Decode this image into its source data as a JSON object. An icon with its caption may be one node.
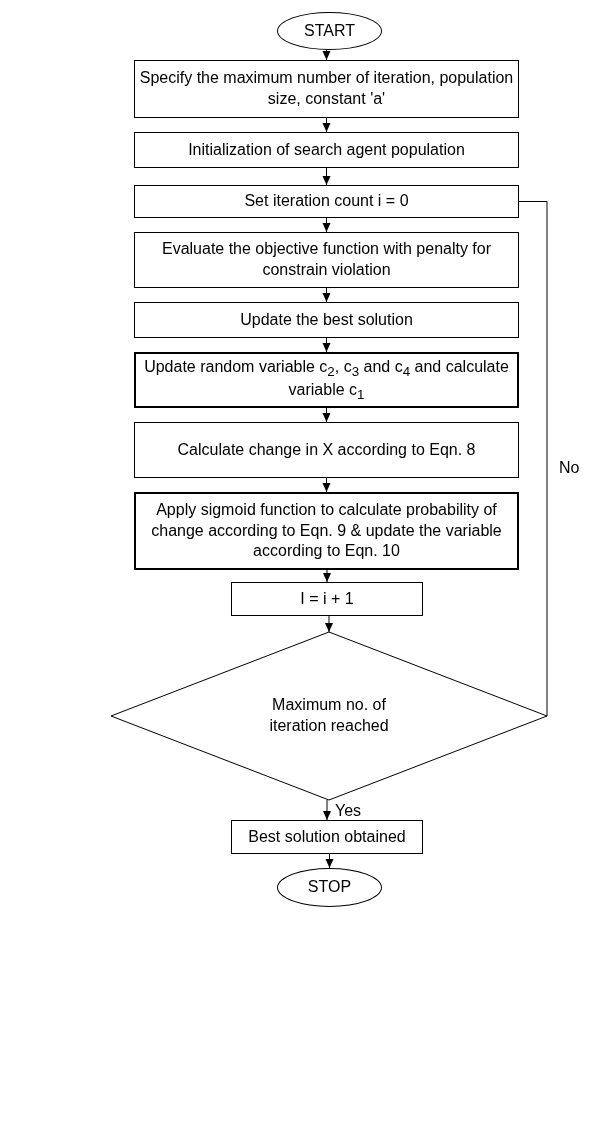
{
  "diagram": {
    "nodes": [
      {
        "text": [
          "START"
        ]
      },
      {
        "text": [
          "Specify the maximum number of iteration, population size, constant 'a'"
        ]
      },
      {
        "text": [
          "Initialization of search agent population"
        ]
      },
      {
        "text": [
          "Set iteration count i = 0"
        ]
      },
      {
        "text": [
          "Evaluate the objective function with penalty for constrain violation"
        ]
      },
      {
        "text": [
          "Update the best solution"
        ]
      },
      {
        "text": [
          "Update random variable c$_{2}$, c$_{3}$ and c$_{4}$ and calculate variable c$_{1}$"
        ]
      },
      {
        "text": [
          "Calculate change in X according to Eqn. 8"
        ]
      },
      {
        "text": [
          "Apply sigmoid function to calculate probability of change according to Eqn. 9 & update the variable according to Eqn. 10"
        ]
      },
      {
        "text": [
          "I = i + 1"
        ]
      },
      {
        "text": [
          "Maximum no. of iteration reached"
        ]
      },
      {
        "text": [
          "Best solution obtained"
        ]
      },
      {
        "text": [
          "STOP"
        ]
      }
    ],
    "edges": [
      {
        "from": 0,
        "to": 1,
        "arrow": "to"
      },
      {
        "from": 1,
        "to": 2,
        "arrow": "to"
      },
      {
        "from": 2,
        "to": 3,
        "arrow": "to"
      },
      {
        "from": 3,
        "to": 4,
        "arrow": "to"
      },
      {
        "from": 4,
        "to": 5,
        "arrow": "to"
      },
      {
        "from": 5,
        "to": 6,
        "arrow": "to"
      },
      {
        "from": 6,
        "to": 7,
        "arrow": "to"
      },
      {
        "from": 7,
        "to": 8,
        "arrow": "to"
      },
      {
        "from": 8,
        "to": 9,
        "arrow": "to"
      },
      {
        "from": 9,
        "to": 10,
        "arrow": "to"
      },
      {
        "from": 10,
        "to": 11,
        "arrow": "to",
        "label": "Yes"
      },
      {
        "from": 11,
        "to": 12,
        "arrow": "to"
      },
      {
        "from": 10,
        "to": 3,
        "arrow": "none",
        "label": "No"
      }
    ]
  }
}
